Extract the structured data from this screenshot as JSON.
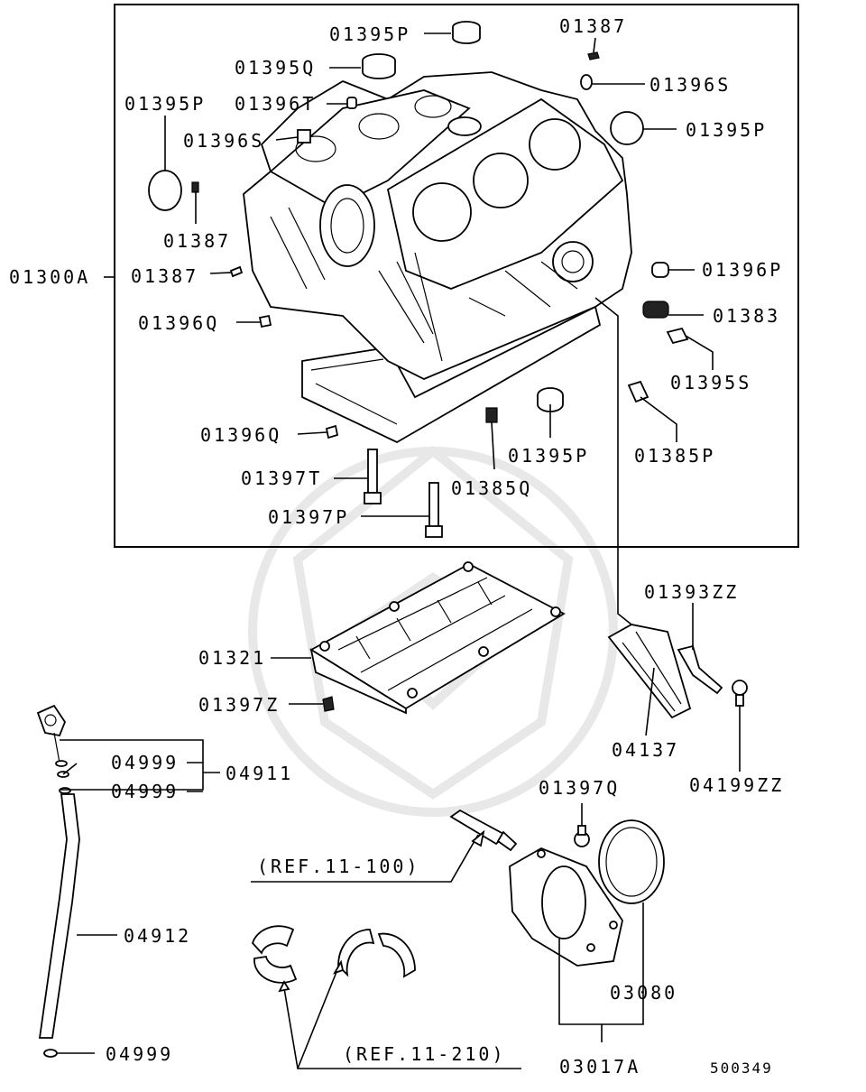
{
  "figure_id": "500349",
  "labels": {
    "l01395P_top": "01395P",
    "l01387_top": "01387",
    "l01395Q": "01395Q",
    "l01396S_right": "01396S",
    "l01395P_left": "01395P",
    "l01396T": "01396T",
    "l01395P_right": "01395P",
    "l01396S_left": "01396S",
    "l01387_left": "01387",
    "l01300A": "01300A",
    "l01387_mid": "01387",
    "l01396P": "01396P",
    "l01396Q_top": "01396Q",
    "l01383": "01383",
    "l01395S": "01395S",
    "l01396Q_bottom": "01396Q",
    "l01395P_bottom": "01395P",
    "l01385P": "01385P",
    "l01397T": "01397T",
    "l01385Q": "01385Q",
    "l01397P": "01397P",
    "l01393ZZ": "01393ZZ",
    "l01321": "01321",
    "l01397Z": "01397Z",
    "l04137": "04137",
    "l04199ZZ": "04199ZZ",
    "l04999_a": "04999",
    "l04911": "04911",
    "l04999_b": "04999",
    "l01397Q": "01397Q",
    "lref11100": "(REF.11-100)",
    "l04912": "04912",
    "l03080": "03080",
    "lref11210": "(REF.11-210)",
    "l04999_c": "04999",
    "l03017A": "03017A"
  }
}
